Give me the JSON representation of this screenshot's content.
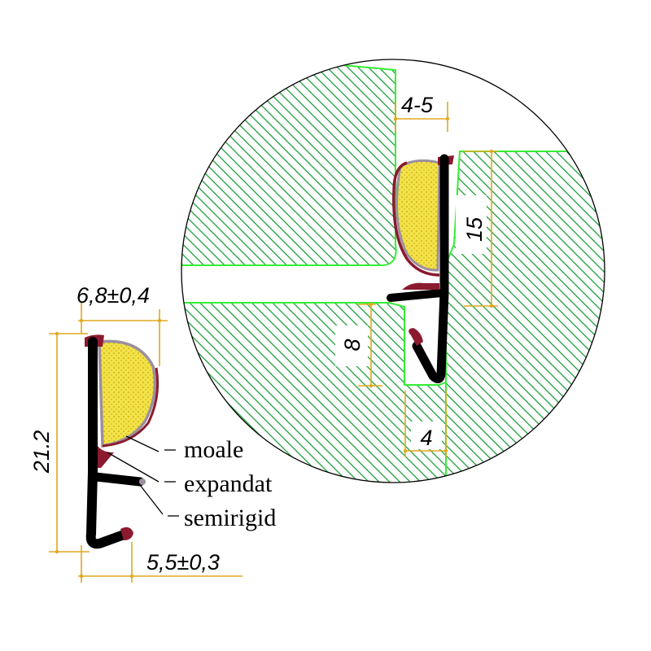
{
  "dimensions": {
    "detail_gap": "4-5",
    "detail_height": "15",
    "detail_depth": "8",
    "detail_slot": "4",
    "profile_width_top": "6,8±0,4",
    "profile_height": "21.2",
    "profile_width_bottom": "5,5±0,3"
  },
  "legend": {
    "soft": "moale",
    "expanded": "expandat",
    "semirigid": "semirigid"
  },
  "colors": {
    "hatch": "#1e9e3c",
    "outline": "#33ee33",
    "dimension": "#e0a81e",
    "profile_rigid": "#000000",
    "profile_soft": "#8b1a2e",
    "foam": "#f2e24a",
    "foam_edge": "#9b8fa0"
  }
}
